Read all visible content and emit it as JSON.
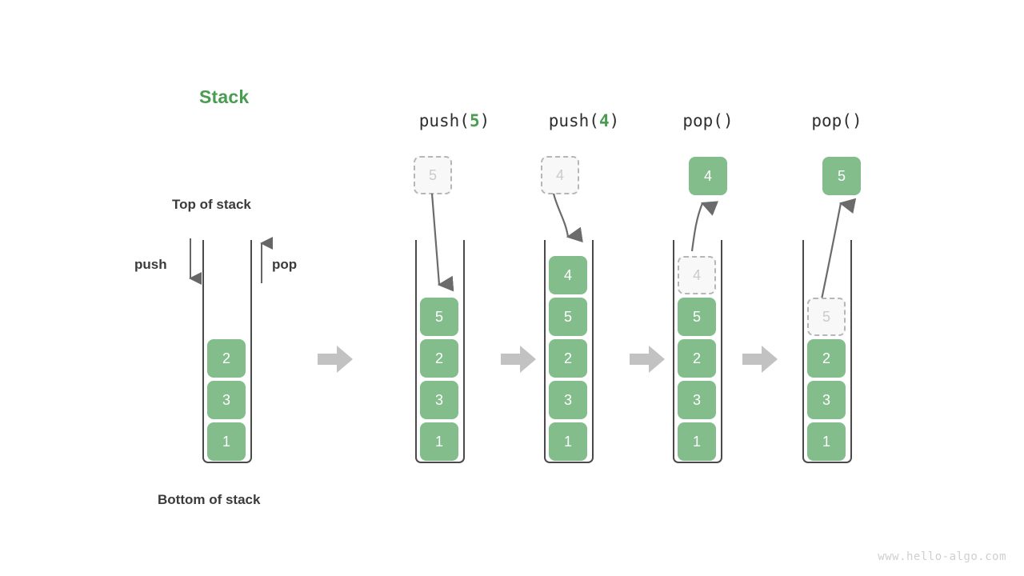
{
  "title": "Stack",
  "labels": {
    "top_of_stack": "Top of stack",
    "bottom_of_stack": "Bottom of stack",
    "push": "push",
    "pop": "pop"
  },
  "watermark": "www.hello-algo.com",
  "colors": {
    "accent_green": "#4a9c50",
    "cell_green": "#82bd8b",
    "ghost_fill": "#f8f8f8",
    "ghost_border": "#b6b6b6",
    "flow_arrow": "#c2c2c2",
    "wall": "#4a4a4a",
    "text_dark": "#3b3b3b"
  },
  "panels": [
    {
      "id": "initial",
      "op_prefix": "",
      "op_arg": "",
      "op_suffix": "",
      "cells": [
        "2",
        "3",
        "1"
      ],
      "floating": null,
      "ghost_top": null
    },
    {
      "id": "push-5",
      "op_prefix": "push(",
      "op_arg": "5",
      "op_suffix": ")",
      "cells": [
        "5",
        "2",
        "3",
        "1"
      ],
      "floating": "5",
      "floating_state": "ghost",
      "ghost_top": null
    },
    {
      "id": "push-4",
      "op_prefix": "push(",
      "op_arg": "4",
      "op_suffix": ")",
      "cells": [
        "4",
        "5",
        "2",
        "3",
        "1"
      ],
      "floating": "4",
      "floating_state": "ghost",
      "ghost_top": null
    },
    {
      "id": "pop-1",
      "op_prefix": "pop(",
      "op_arg": "",
      "op_suffix": ")",
      "cells": [
        "5",
        "2",
        "3",
        "1"
      ],
      "floating": "4",
      "floating_state": "solid",
      "ghost_top": "4"
    },
    {
      "id": "pop-2",
      "op_prefix": "pop(",
      "op_arg": "",
      "op_suffix": ")",
      "cells": [
        "2",
        "3",
        "1"
      ],
      "floating": "5",
      "floating_state": "solid",
      "ghost_top": "5"
    }
  ],
  "ops": {
    "push5": {
      "prefix": "push(",
      "arg": "5",
      "suffix": ")"
    },
    "push4": {
      "prefix": "push(",
      "arg": "4",
      "suffix": ")"
    },
    "pop1": {
      "prefix": "pop(",
      "arg": "",
      "suffix": ")"
    },
    "pop2": {
      "prefix": "pop(",
      "arg": "",
      "suffix": ")"
    }
  },
  "cells": {
    "p0": {
      "c0": "2",
      "c1": "3",
      "c2": "1"
    },
    "p1": {
      "float": "5",
      "c0": "5",
      "c1": "2",
      "c2": "3",
      "c3": "1"
    },
    "p2": {
      "float": "4",
      "c0": "4",
      "c1": "5",
      "c2": "2",
      "c3": "3",
      "c4": "1"
    },
    "p3": {
      "float": "4",
      "ghost": "4",
      "c0": "5",
      "c1": "2",
      "c2": "3",
      "c3": "1"
    },
    "p4": {
      "float": "5",
      "ghost": "5",
      "c0": "2",
      "c1": "3",
      "c2": "1"
    }
  }
}
